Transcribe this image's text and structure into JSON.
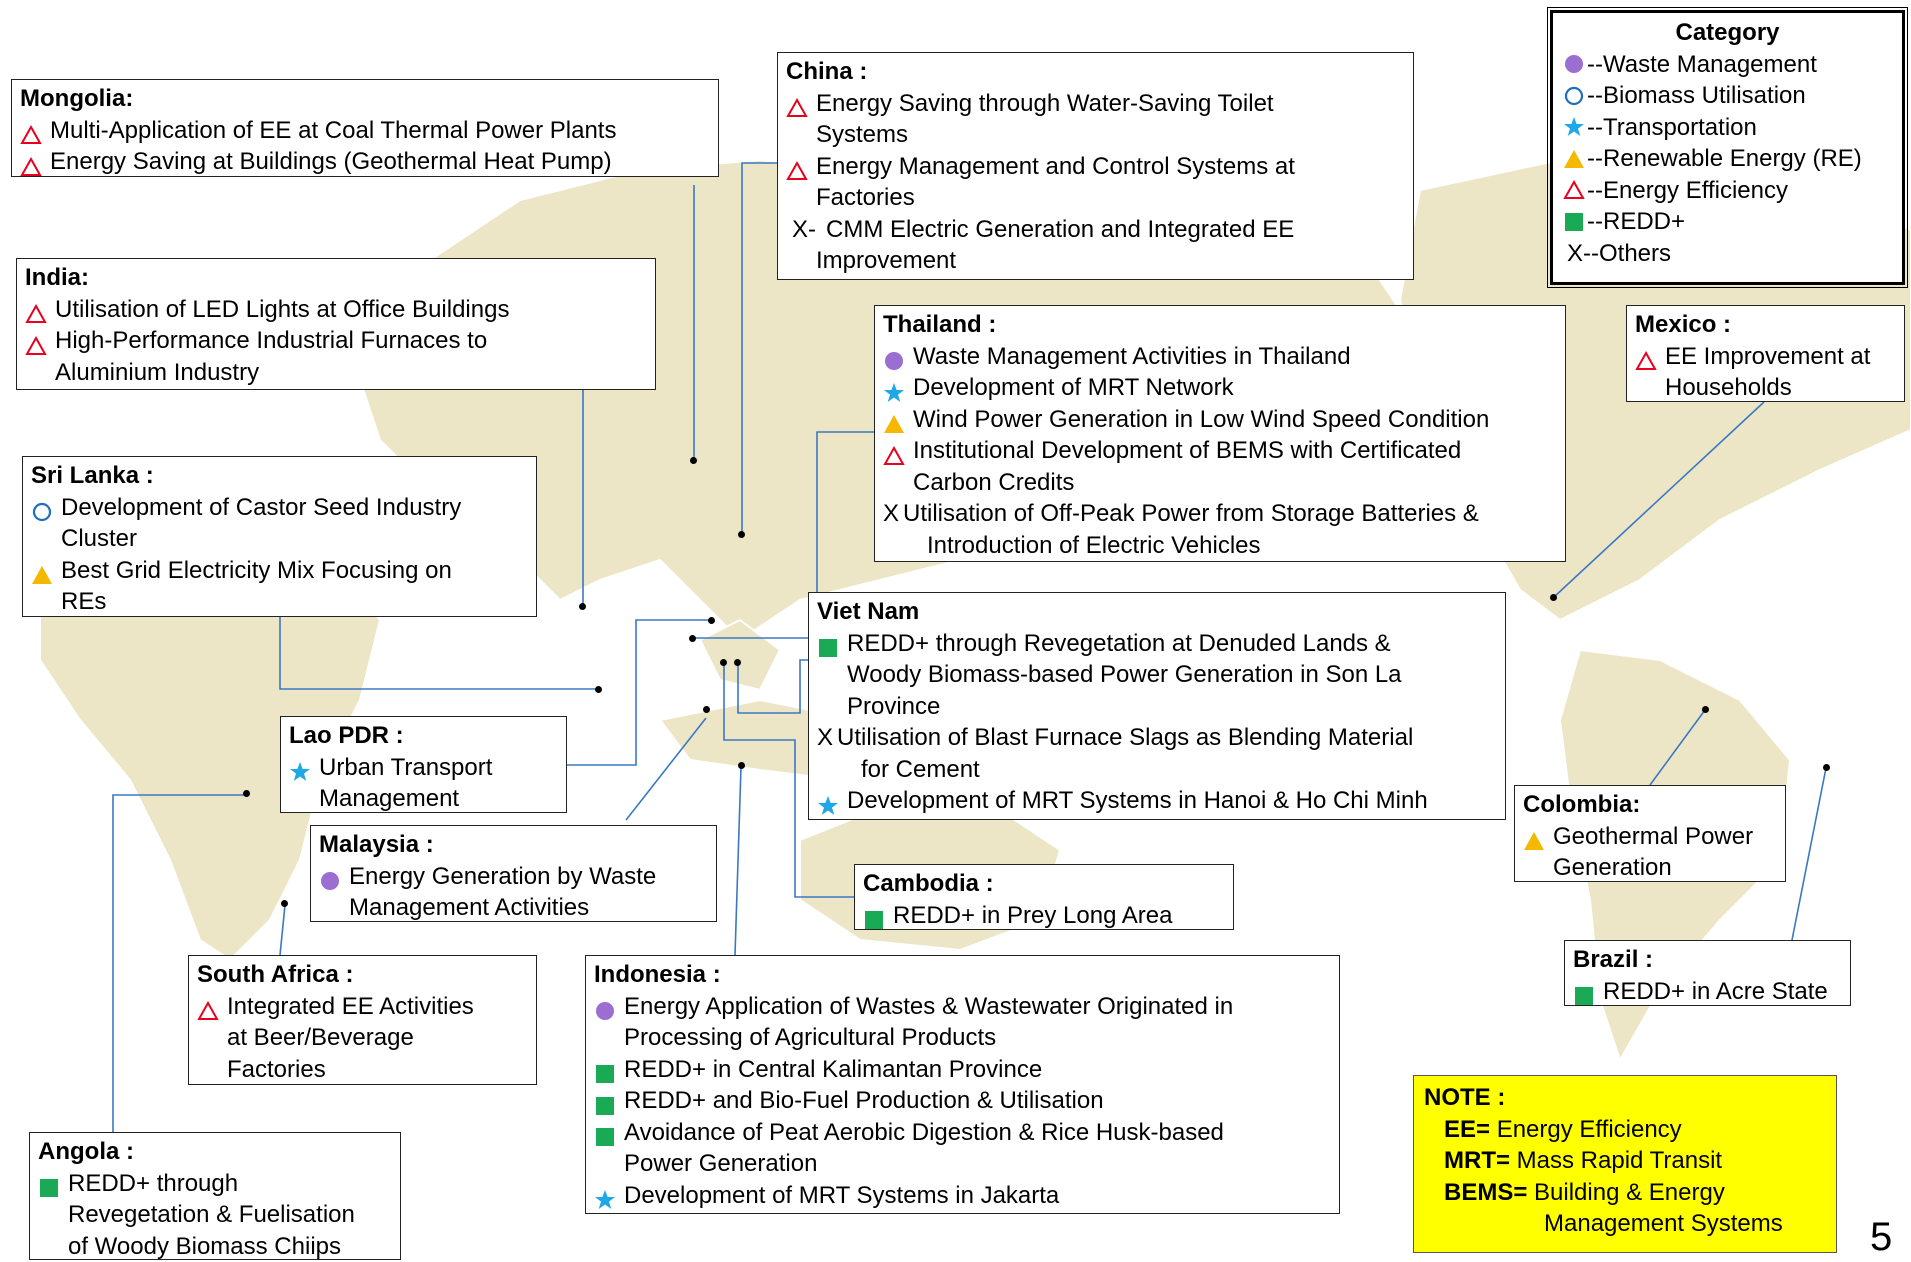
{
  "legend": {
    "title": "Category",
    "items": [
      {
        "icon": "purple-circle-icon",
        "label": "--Waste Management"
      },
      {
        "icon": "blue-ring-icon",
        "label": "--Biomass Utilisation"
      },
      {
        "icon": "blue-star-icon",
        "label": "--Transportation"
      },
      {
        "icon": "yellow-triangle-icon",
        "label": "--Renewable Energy (RE)"
      },
      {
        "icon": "red-triangle-outline-icon",
        "label": "--Energy Efficiency"
      },
      {
        "icon": "green-square-icon",
        "label": "--REDD+"
      },
      {
        "icon": "x-mark",
        "label": "X--Others"
      }
    ]
  },
  "colors": {
    "waste": "#9b6fd1",
    "biomass": "#1f6fbf",
    "transport": "#1ea8e6",
    "renewable": "#f5b800",
    "efficiency": "#e8001c",
    "redd": "#1aaa55",
    "land": "#ede6c6",
    "line": "#3b78c4",
    "note_bg": "#ffff00"
  },
  "countries": {
    "mongolia": {
      "title": "Mongolia:",
      "items": [
        {
          "sym": "ee",
          "lines": [
            "Multi-Application of EE at Coal Thermal Power Plants"
          ]
        },
        {
          "sym": "ee",
          "lines": [
            "Energy Saving at Buildings (Geothermal Heat Pump)"
          ]
        }
      ]
    },
    "china": {
      "title": "China :",
      "items": [
        {
          "sym": "ee",
          "lines": [
            "Energy Saving through Water-Saving Toilet",
            "Systems"
          ]
        },
        {
          "sym": "ee",
          "lines": [
            "Energy Management and Control Systems at",
            "Factories"
          ]
        },
        {
          "sym": "xdash",
          "lines": [
            "CMM Electric Generation and Integrated EE",
            "Improvement"
          ]
        }
      ]
    },
    "india": {
      "title": "India:",
      "items": [
        {
          "sym": "ee",
          "lines": [
            "Utilisation of LED Lights at Office Buildings"
          ]
        },
        {
          "sym": "ee",
          "lines": [
            "High-Performance Industrial Furnaces to",
            "Aluminium Industry"
          ]
        }
      ]
    },
    "thailand": {
      "title": "Thailand :",
      "items": [
        {
          "sym": "waste",
          "lines": [
            "Waste Management Activities in Thailand"
          ]
        },
        {
          "sym": "transport",
          "lines": [
            "Development of MRT Network"
          ]
        },
        {
          "sym": "re",
          "lines": [
            "Wind Power Generation in Low Wind Speed Condition"
          ]
        },
        {
          "sym": "ee",
          "lines": [
            "Institutional Development of BEMS with Certificated",
            "Carbon Credits"
          ]
        },
        {
          "sym": "x",
          "lines": [
            "Utilisation of Off-Peak Power from Storage Batteries &",
            "Introduction of Electric Vehicles"
          ]
        }
      ]
    },
    "mexico": {
      "title": "Mexico :",
      "items": [
        {
          "sym": "ee",
          "lines": [
            "EE Improvement at",
            "Households"
          ]
        }
      ]
    },
    "srilanka": {
      "title": "Sri Lanka :",
      "items": [
        {
          "sym": "biomass",
          "lines": [
            "Development of Castor Seed Industry",
            "Cluster"
          ]
        },
        {
          "sym": "re",
          "lines": [
            "Best Grid Electricity Mix Focusing on",
            "REs"
          ]
        }
      ]
    },
    "vietnam": {
      "title": "Viet Nam",
      "items": [
        {
          "sym": "redd",
          "lines": [
            "REDD+ through Revegetation at Denuded Lands &",
            "Woody Biomass-based Power Generation in Son La",
            "Province"
          ]
        },
        {
          "sym": "x",
          "lines": [
            "Utilisation of Blast Furnace Slags as Blending Material",
            "for Cement"
          ]
        },
        {
          "sym": "transport",
          "lines": [
            "Development of MRT Systems in Hanoi & Ho Chi Minh"
          ]
        }
      ]
    },
    "laopdr": {
      "title": "Lao PDR :",
      "items": [
        {
          "sym": "transport",
          "lines": [
            "Urban Transport",
            "Management"
          ]
        }
      ]
    },
    "malaysia": {
      "title": "Malaysia :",
      "items": [
        {
          "sym": "waste",
          "lines": [
            "Energy Generation by Waste",
            "Management Activities"
          ]
        }
      ]
    },
    "cambodia": {
      "title": "Cambodia :",
      "items": [
        {
          "sym": "redd",
          "lines": [
            "REDD+ in Prey Long Area"
          ]
        }
      ]
    },
    "colombia": {
      "title": "Colombia:",
      "items": [
        {
          "sym": "re",
          "lines": [
            "Geothermal Power",
            "Generation"
          ]
        }
      ]
    },
    "southafrica": {
      "title": "South Africa :",
      "items": [
        {
          "sym": "ee",
          "lines": [
            "Integrated EE Activities",
            "at Beer/Beverage",
            "Factories"
          ]
        }
      ]
    },
    "indonesia": {
      "title": "Indonesia :",
      "items": [
        {
          "sym": "waste",
          "lines": [
            "Energy Application of Wastes & Wastewater Originated in",
            "Processing of Agricultural Products"
          ]
        },
        {
          "sym": "redd",
          "lines": [
            "REDD+ in Central Kalimantan Province"
          ]
        },
        {
          "sym": "redd",
          "lines": [
            "REDD+ and Bio-Fuel Production & Utilisation"
          ]
        },
        {
          "sym": "redd",
          "lines": [
            "Avoidance of Peat Aerobic Digestion & Rice Husk-based",
            "Power Generation"
          ]
        },
        {
          "sym": "transport",
          "lines": [
            "Development of MRT Systems in Jakarta"
          ]
        }
      ]
    },
    "brazil": {
      "title": "Brazil :",
      "items": [
        {
          "sym": "redd",
          "lines": [
            "REDD+ in Acre State"
          ]
        }
      ]
    },
    "angola": {
      "title": "Angola :",
      "items": [
        {
          "sym": "redd",
          "lines": [
            "REDD+ through",
            "Revegetation & Fuelisation",
            "of Woody Biomass Chiips"
          ]
        }
      ]
    }
  },
  "note": {
    "title": "NOTE :",
    "rows": [
      {
        "abbr": "EE=",
        "text": "Energy Efficiency"
      },
      {
        "abbr": "MRT=",
        "text": "Mass Rapid Transit"
      },
      {
        "abbr": "BEMS=",
        "text": "Building & Energy"
      }
    ],
    "continuation": "Management Systems"
  },
  "page_number": "5"
}
